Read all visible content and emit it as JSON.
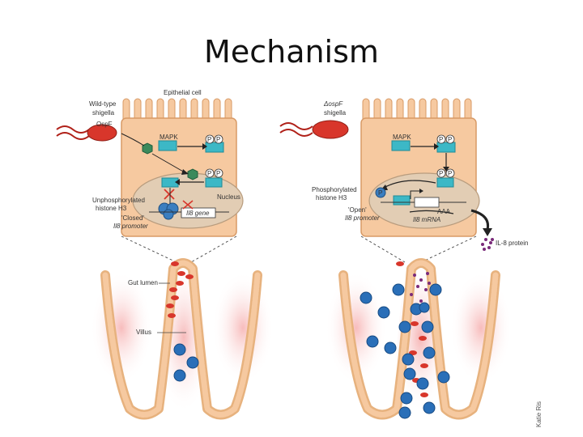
{
  "slide": {
    "title": "Mechanism"
  },
  "labels": {
    "epithelial_cell": "Epithelial cell",
    "wild_type_1": "Wild-type",
    "wild_type_2": "shigella",
    "ospf": "OspF",
    "mutant_1": "ΔospF",
    "mutant_2": "shigella",
    "mapk_left": "MAPK",
    "mapk_right": "MAPK",
    "p": "P",
    "nucleus": "Nucleus",
    "unphos_1": "Unphosphorylated",
    "unphos_2": "histone H3",
    "il8_gene": "Il8 gene",
    "closed_1": "'Closed'",
    "closed_2": "Il8 promoter",
    "phos_1": "Phosphorylated",
    "phos_2": "histone H3",
    "open_1": "'Open'",
    "open_2": "Il8 promoter",
    "aaa": "AAA",
    "il8_mrna": "Il8 mRNA",
    "il8_protein": "IL-8 protein",
    "gut_lumen": "Gut lumen",
    "villus": "Villus",
    "credit": "Katie Ris"
  },
  "colors": {
    "cell": "#f6c9a0",
    "cell_edge": "#d89a66",
    "nucleus": "#e2cdb4",
    "protein": "#3cb8c6",
    "bacteria": "#d8362b",
    "neutrophil": "#2a6fb8",
    "il8_dot": "#7a2a7a",
    "inflam": "#f4a6a6"
  }
}
